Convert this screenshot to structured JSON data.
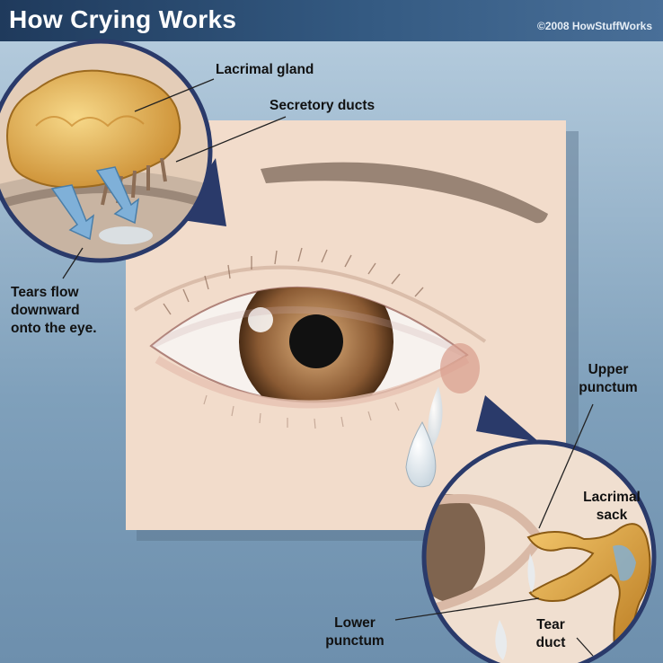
{
  "header": {
    "title": "How Crying Works",
    "copyright": "©2008 HowStuffWorks"
  },
  "labels": {
    "lacrimal_gland": "Lacrimal gland",
    "secretory_ducts": "Secretory ducts",
    "tears_flow": [
      "Tears flow",
      "downward",
      "onto the eye."
    ],
    "upper_punctum": [
      "Upper",
      "punctum"
    ],
    "lacrimal_sack": [
      "Lacrimal",
      "sack"
    ],
    "lower_punctum": [
      "Lower",
      "punctum"
    ],
    "tear_duct": [
      "Tear",
      "duct"
    ]
  },
  "colors": {
    "title_bar": "#2a4a70",
    "skin": "#f2dccb",
    "iris": "#8a5a33",
    "gland": "#e9b95a",
    "tear_blue": "#7fb0d8"
  }
}
